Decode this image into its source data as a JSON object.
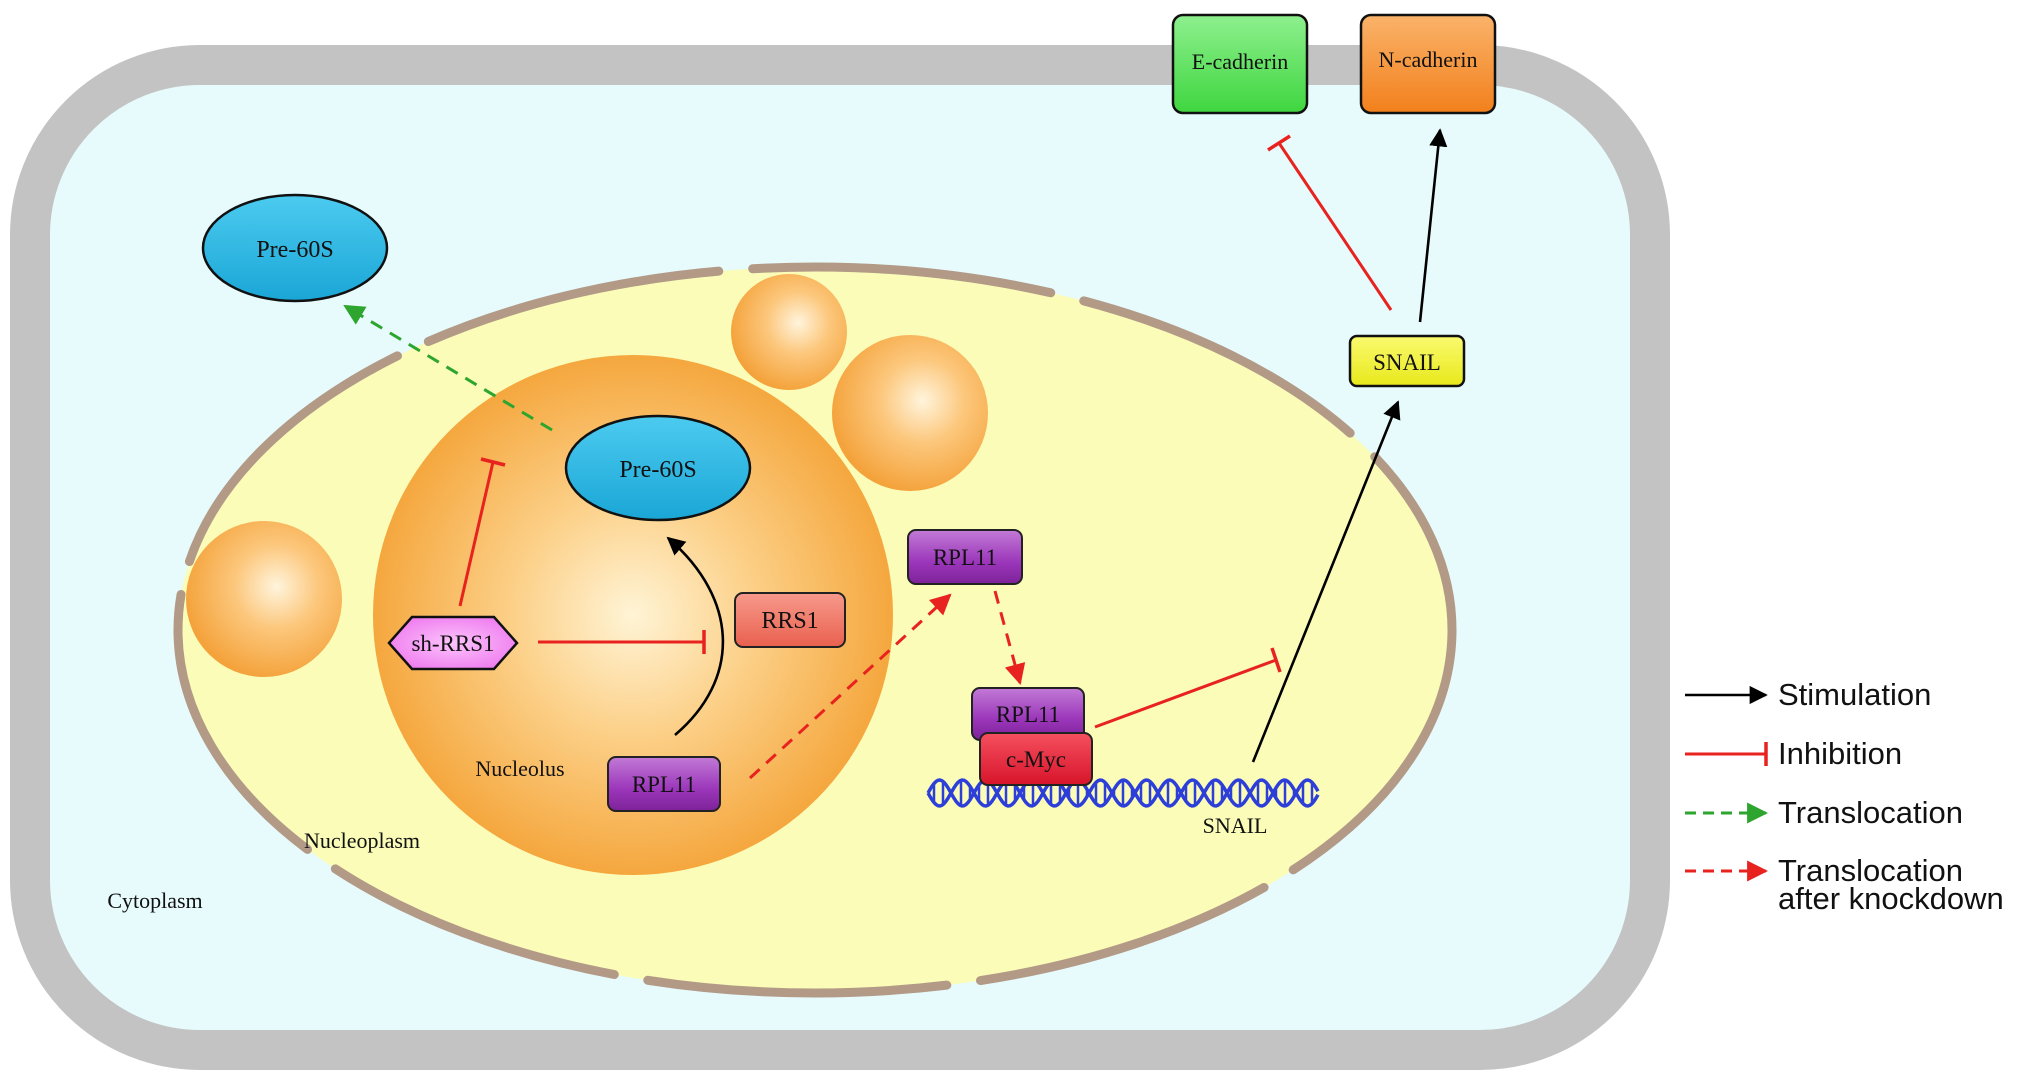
{
  "compartments": {
    "cytoplasm": "Cytoplasm",
    "nucleoplasm": "Nucleoplasm",
    "nucleolus": "Nucleolus"
  },
  "nodes": {
    "pre60s_cytoplasm": "Pre-60S",
    "pre60s_nucleolus": "Pre-60S",
    "rrs1": "RRS1",
    "sh_rrs1": "sh-RRS1",
    "rpl11_nucleolus": "RPL11",
    "rpl11_nucleoplasm": "RPL11",
    "rpl11_bound": "RPL11",
    "c_myc": "c-Myc",
    "snail_gene": "SNAIL",
    "snail_protein": "SNAIL",
    "e_cadherin": "E-cadherin",
    "n_cadherin": "N-cadherin"
  },
  "legend": [
    {
      "label": "Stimulation",
      "color": "#000000",
      "style": "arrow-solid"
    },
    {
      "label": "Inhibition",
      "color": "#e8231f",
      "style": "bar-solid"
    },
    {
      "label": "Translocation",
      "color": "#2ea52e",
      "style": "arrow-dashed"
    },
    {
      "label": "Translocation",
      "label2": "after knockdown",
      "color": "#e8231f",
      "style": "arrow-dashed"
    }
  ],
  "colors": {
    "membrane": "#c3c3c3",
    "cytoplasm_fill": "#e7fbfd",
    "nucleus_fill": "#fafcb8",
    "nuclear_envelope": "#b29a87",
    "nucleolus": "#f7b04a",
    "pre60s": "#2bb8e4",
    "rrs1": "#f07868",
    "sh_rrs1": "#f080f0",
    "rpl11": "#a23fc0",
    "c_myc": "#e8233b",
    "snail_protein": "#f2f230",
    "e_cadherin": "#55e455",
    "n_cadherin": "#f6922c",
    "dna": "#2d3fd8",
    "stimulation": "#000000",
    "inhibition": "#e8231f",
    "translocation": "#2ea52e"
  }
}
